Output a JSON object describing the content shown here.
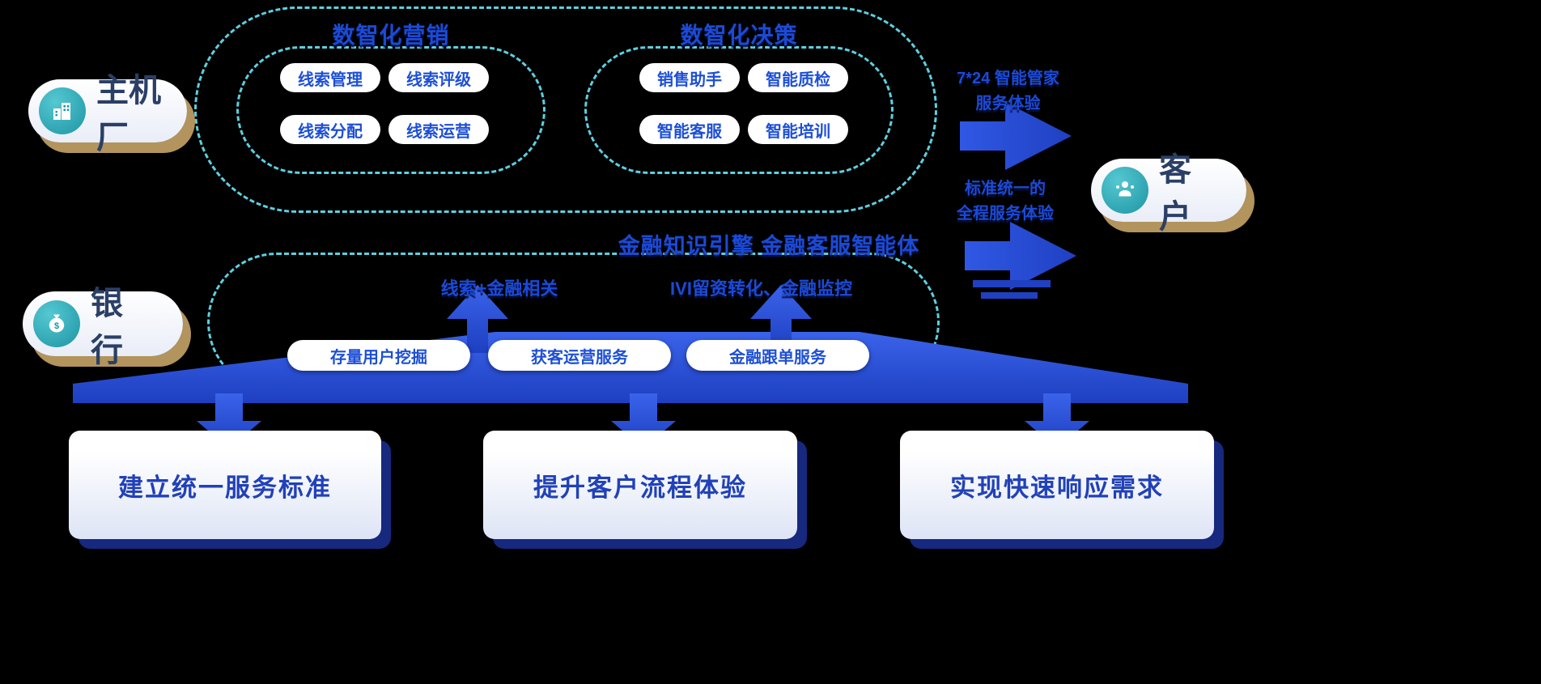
{
  "entities": {
    "oem": {
      "label": "主机厂"
    },
    "bank": {
      "label": "银　行"
    },
    "customer": {
      "label": "客　户"
    }
  },
  "top_section": {
    "marketing": {
      "title": "数智化营销",
      "items": [
        "线索管理",
        "线索评级",
        "线索分配",
        "线索运营"
      ]
    },
    "decision": {
      "title": "数智化决策",
      "items": [
        "销售助手",
        "智能质检",
        "智能客服",
        "智能培训"
      ]
    }
  },
  "engine_title": "金融知识引擎 金融客服智能体",
  "bank_section": {
    "flow_left": "线索+金融相关",
    "flow_right": "IVI留资转化、金融监控",
    "services": [
      "存量用户挖掘",
      "获客运营服务",
      "金融跟单服务"
    ]
  },
  "right_arrows": {
    "first": {
      "line1": "7*24 智能管家",
      "line2": "服务体验"
    },
    "second": {
      "line1": "标准统一的",
      "line2": "全程服务体验"
    }
  },
  "outcomes": [
    "建立统一服务标准",
    "提升客户流程体验",
    "实现快速响应需求"
  ],
  "colors": {
    "accent_blue": "#1c4ad4",
    "arrow_blue": "#2b54e0",
    "dash_cyan": "#5dd0df",
    "icon_teal": "#1e95a4",
    "shadow_gold": "#b2945c",
    "shadow_navy": "#17287f",
    "background": "#000000"
  }
}
